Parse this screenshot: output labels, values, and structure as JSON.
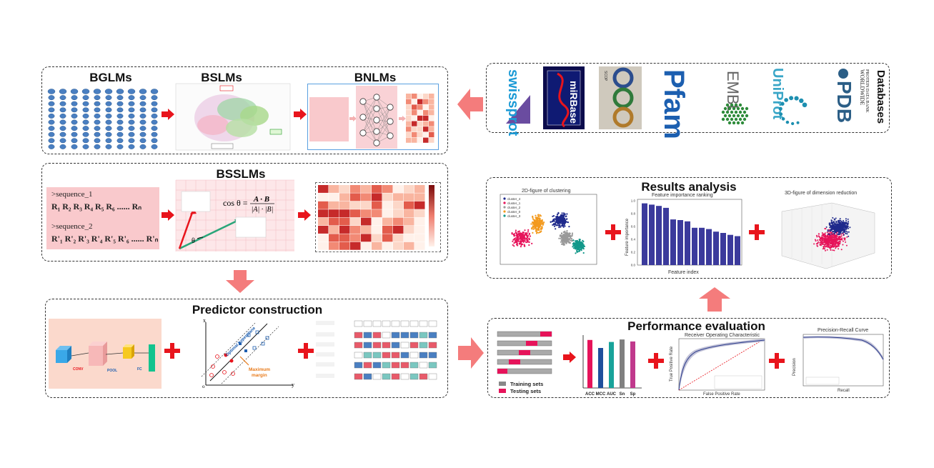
{
  "panels": {
    "language_models": {
      "bglms": "BGLMs",
      "bslms": "BSLMs",
      "bnlms": "BNLMs"
    },
    "bsslms": {
      "title": "BSSLMs",
      "seq1_label": ">sequence_1",
      "seq1_residues": "R₁ R₂ R₃ R₄ R₅ R₆ ...... Rₙ",
      "seq2_label": ">sequence_2",
      "seq2_residues": "R'₁ R'₂ R'₃ R'₄ R'₅ R'₆ ...... R'ₙ",
      "formula_lhs": "cos θ =",
      "formula_num": "A · B",
      "formula_den": "|A| · |B|",
      "theta": "θ"
    },
    "predictor": {
      "title": "Predictor construction",
      "conv": "CONV",
      "pool": "POOL",
      "fc": "FC",
      "hyperplane": "Optimal hyperplane",
      "margin1": "Maximum",
      "margin2": "margin",
      "axis_x": "x",
      "axis_y": "y",
      "axis_o": "o"
    },
    "databases": {
      "title": "Databases",
      "logos": [
        "swissprot",
        "miRBase",
        "SCOP",
        "Pfam",
        "EMBL",
        "UniProt",
        "PDB"
      ],
      "pdb_sub1": "WORLDWIDE",
      "pdb_sub2": "PROTEIN DATA BANK"
    },
    "results": {
      "title": "Results analysis",
      "cluster_title": "2D-figure of clustering",
      "importance_title": "Feature importance ranking",
      "importance_xlabel": "Feature index",
      "importance_ylabel": "Feature importance",
      "reduction_title": "3D-figure of dimension reduction",
      "cluster_legend": [
        "cluster_4",
        "cluster_1",
        "cluster_2",
        "cluster_0",
        "cluster_3"
      ]
    },
    "performance": {
      "title": "Performance evaluation",
      "training": "Training sets",
      "testing": "Testing sets",
      "metrics": [
        "ACC",
        "MCC",
        "AUC",
        "Sn",
        "Sp"
      ],
      "roc_title": "Receiver Operating Characteristic",
      "roc_x": "False Positive Rate",
      "roc_y": "True Positive Rate",
      "pr_title": "Precision-Recall Curve",
      "pr_x": "Recall",
      "pr_y": "Precision"
    }
  },
  "chart_data": [
    {
      "type": "bar",
      "title": "Feature importance ranking",
      "xlabel": "Feature index",
      "ylabel": "Feature importance",
      "ylim": [
        0,
        1.0
      ],
      "values": [
        0.96,
        0.94,
        0.92,
        0.89,
        0.71,
        0.7,
        0.68,
        0.58,
        0.58,
        0.56,
        0.52,
        0.5,
        0.47,
        0.45
      ]
    },
    {
      "type": "bar",
      "categories": [
        "ACC",
        "MCC",
        "AUC",
        "Sn",
        "Sp"
      ],
      "values": [
        0.96,
        0.8,
        0.92,
        0.97,
        0.93
      ],
      "colors": [
        "#e6135a",
        "#1e4f9c",
        "#18a39a",
        "#808080",
        "#c0398c"
      ]
    }
  ],
  "colors": {
    "red_accent": "#e8141c",
    "salmon_arrow": "#f47c7c",
    "pink_fill": "#f9c9cc",
    "node_blue": "#4a7fc1"
  }
}
